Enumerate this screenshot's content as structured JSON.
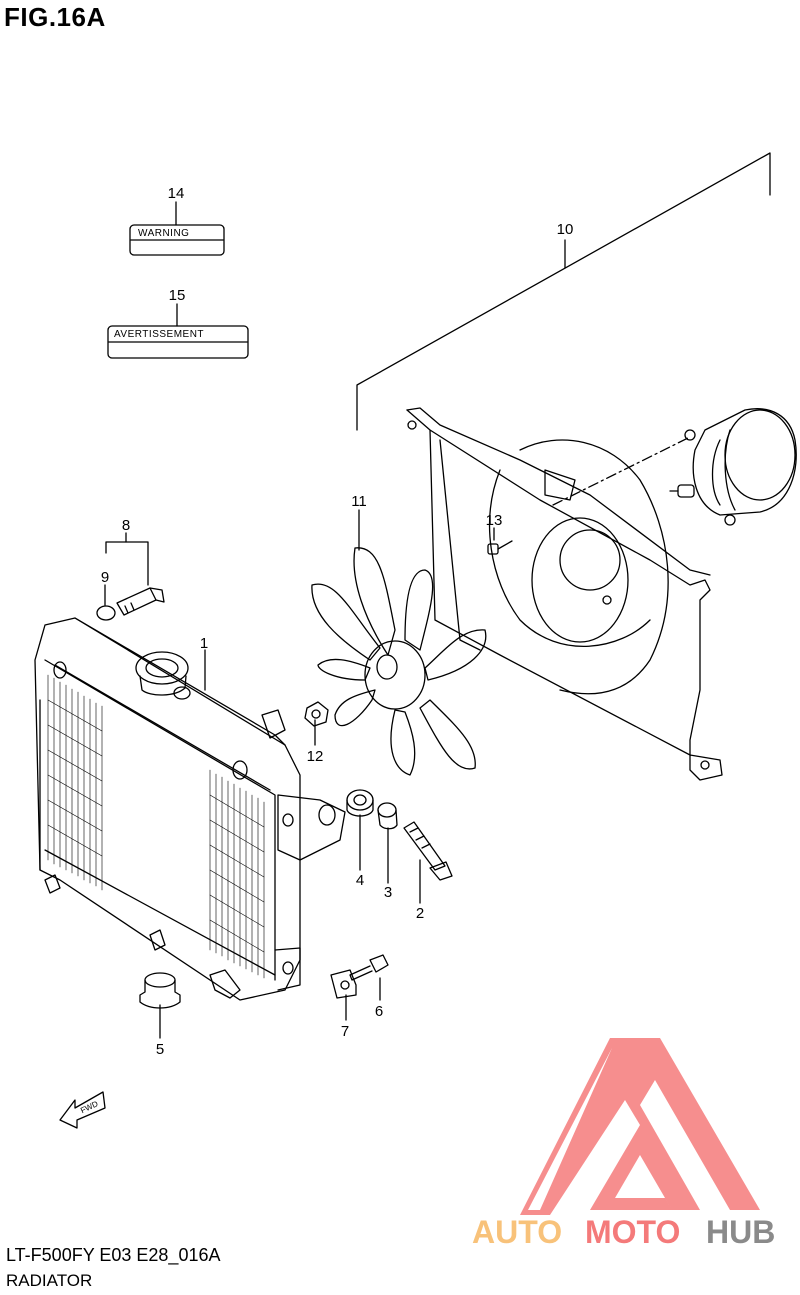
{
  "figure": {
    "title": "FIG.16A",
    "model_code": "LT-F500FY E03 E28_016A",
    "section_name": "RADIATOR"
  },
  "labels": {
    "warning": "WARNING",
    "avertissement": "AVERTISSEMENT"
  },
  "callouts": [
    "1",
    "2",
    "3",
    "4",
    "5",
    "6",
    "7",
    "8",
    "9",
    "10",
    "11",
    "12",
    "13",
    "14",
    "15"
  ],
  "fwd_marker": "FWD",
  "watermark": {
    "part1": "AUTO",
    "part2": "MOTO",
    "part3": "HUB",
    "colors": {
      "logo": "#f47a7a",
      "auto": "#f8c27a",
      "moto": "#f47a7a",
      "hub": "#8a8a8a"
    }
  }
}
